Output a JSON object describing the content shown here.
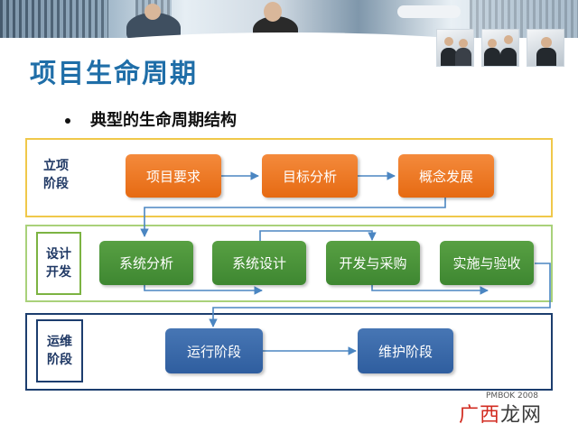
{
  "header": {
    "title": "项目生命周期",
    "subtitle": "典型的生命周期结构"
  },
  "colors": {
    "title": "#1f6ea8",
    "planning": "#e66a12",
    "design": "#3e8731",
    "operation": "#2f5e9f",
    "planning_border": "#f0c84a",
    "design_border": "#a9d17a",
    "operation_border": "#1c3d6e"
  },
  "sections": [
    {
      "label_line1": "立项",
      "label_line2": "阶段",
      "steps": [
        "项目要求",
        "目标分析",
        "概念发展"
      ]
    },
    {
      "label_line1": "设计",
      "label_line2": "开发",
      "steps": [
        "系统分析",
        "系统设计",
        "开发与采购",
        "实施与验收"
      ]
    },
    {
      "label_line1": "运维",
      "label_line2": "阶段",
      "steps": [
        "运行阶段",
        "维护阶段"
      ]
    }
  ],
  "footer": {
    "source": "PMBOK 2008",
    "watermark_a": "广西",
    "watermark_b": "龙网"
  }
}
